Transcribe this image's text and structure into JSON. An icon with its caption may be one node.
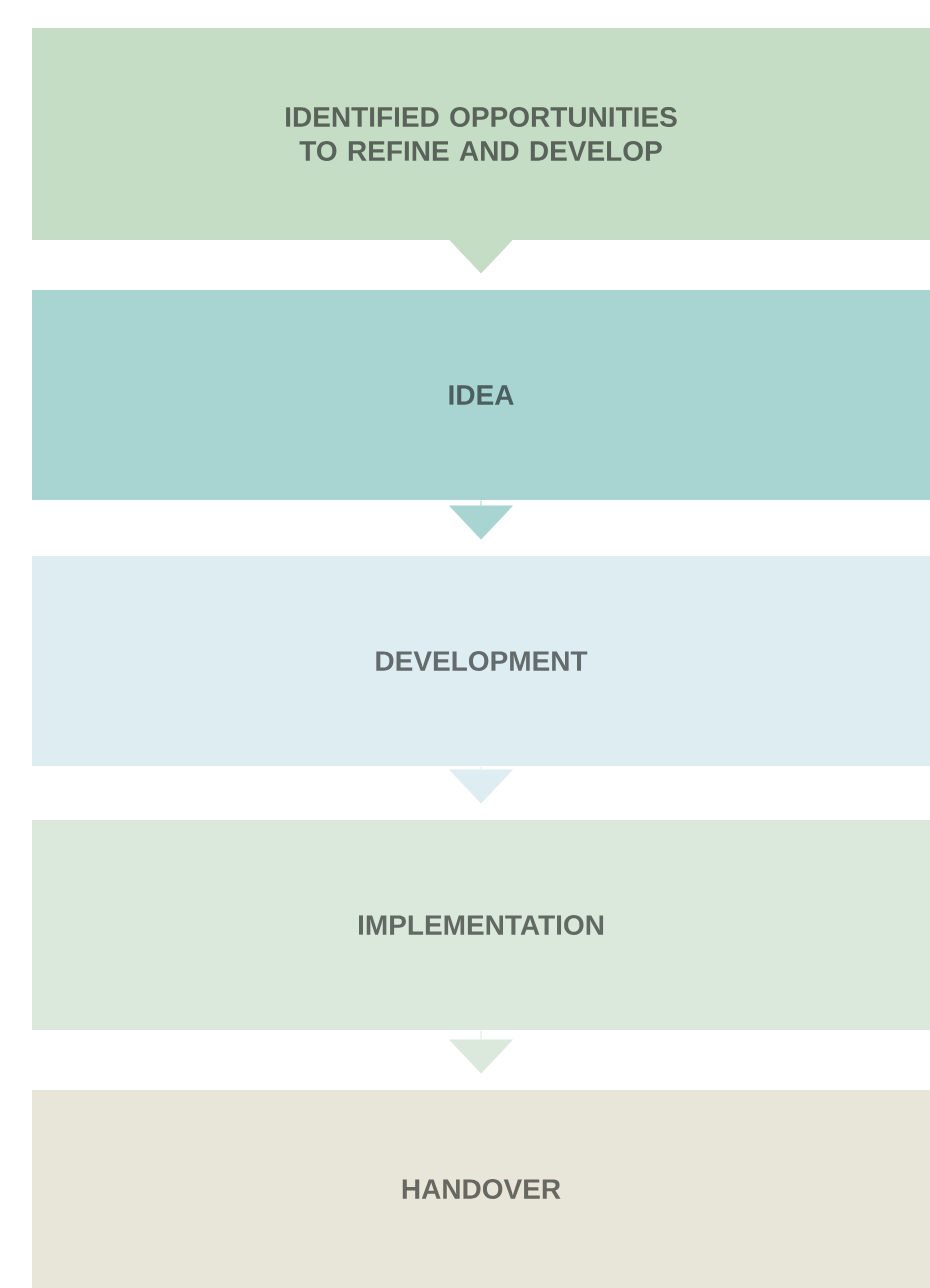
{
  "diagram": {
    "nodes": [
      {
        "text": [
          "IDENTIFIED OPPORTUNITIES TO REFINE AND DEVELOP"
        ]
      },
      {
        "text": [
          "IDEA"
        ]
      },
      {
        "text": [
          "DEVELOPMENT"
        ]
      },
      {
        "text": [
          "IMPLEMENTATION"
        ]
      },
      {
        "text": [
          "HANDOVER"
        ]
      }
    ],
    "edges": [
      {
        "from": 0,
        "to": 1,
        "arrow": "to",
        "color": "#c5dcc5"
      },
      {
        "from": 1,
        "to": 2,
        "arrow": "to",
        "color": "#a8d4d2"
      },
      {
        "from": 2,
        "to": 3,
        "arrow": "to",
        "color": "#deedf2"
      },
      {
        "from": 3,
        "to": 4,
        "arrow": "to",
        "color": "#dbe9dc"
      }
    ]
  }
}
